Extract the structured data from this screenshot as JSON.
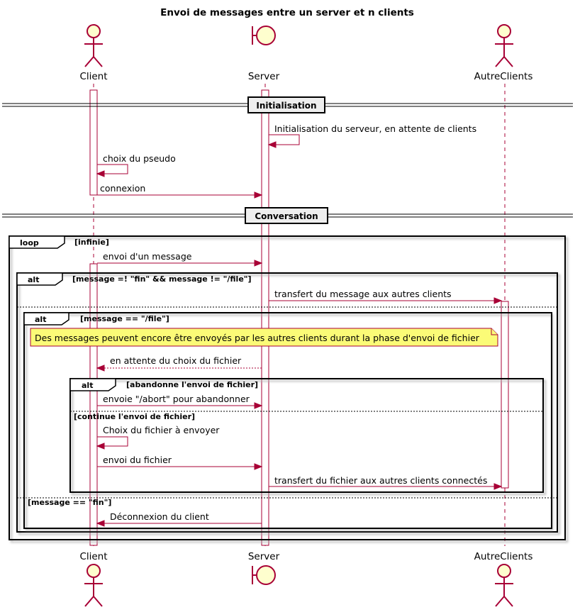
{
  "title": "Envoi de messages entre un server et n clients",
  "participants": [
    {
      "name": "Client",
      "type": "actor"
    },
    {
      "name": "Server",
      "type": "boundary"
    },
    {
      "name": "AutreClients",
      "type": "actor"
    }
  ],
  "dividers": [
    "Initialisation",
    "Conversation"
  ],
  "messages": [
    "Initialisation du serveur, en attente de clients",
    "choix du pseudo",
    "connexion",
    "envoi d'un message",
    "transfert du message aux autres clients",
    "en attente du choix du fichier",
    "envoie \"/abort\" pour abandonner",
    "Choix du fichier à envoyer",
    "envoi du fichier",
    "transfert du fichier aux autres clients connectés",
    "Déconnexion du client"
  ],
  "fragments": {
    "loop": {
      "keyword": "loop",
      "guard": "[infinie]"
    },
    "alt_outer": {
      "keyword": "alt",
      "guard": "[message =! \"fin\" && message != \"/file\"]",
      "else1": "[message == \"fin\"]"
    },
    "alt_middle": {
      "keyword": "alt",
      "guard": "[message == \"/file\"]"
    },
    "alt_inner": {
      "keyword": "alt",
      "guard": "[abandonne l'envoi de fichier]",
      "else1": "[continue l'envoi de fichier]"
    }
  },
  "note": "Des messages peuvent encore être envoyés par les autres clients durant la phase d'envoi de fichier",
  "colors": {
    "line": "#A80036",
    "actor_fill": "#FEFECE",
    "note_fill": "#FBFB77",
    "divider_fill": "#EEEEEE"
  }
}
